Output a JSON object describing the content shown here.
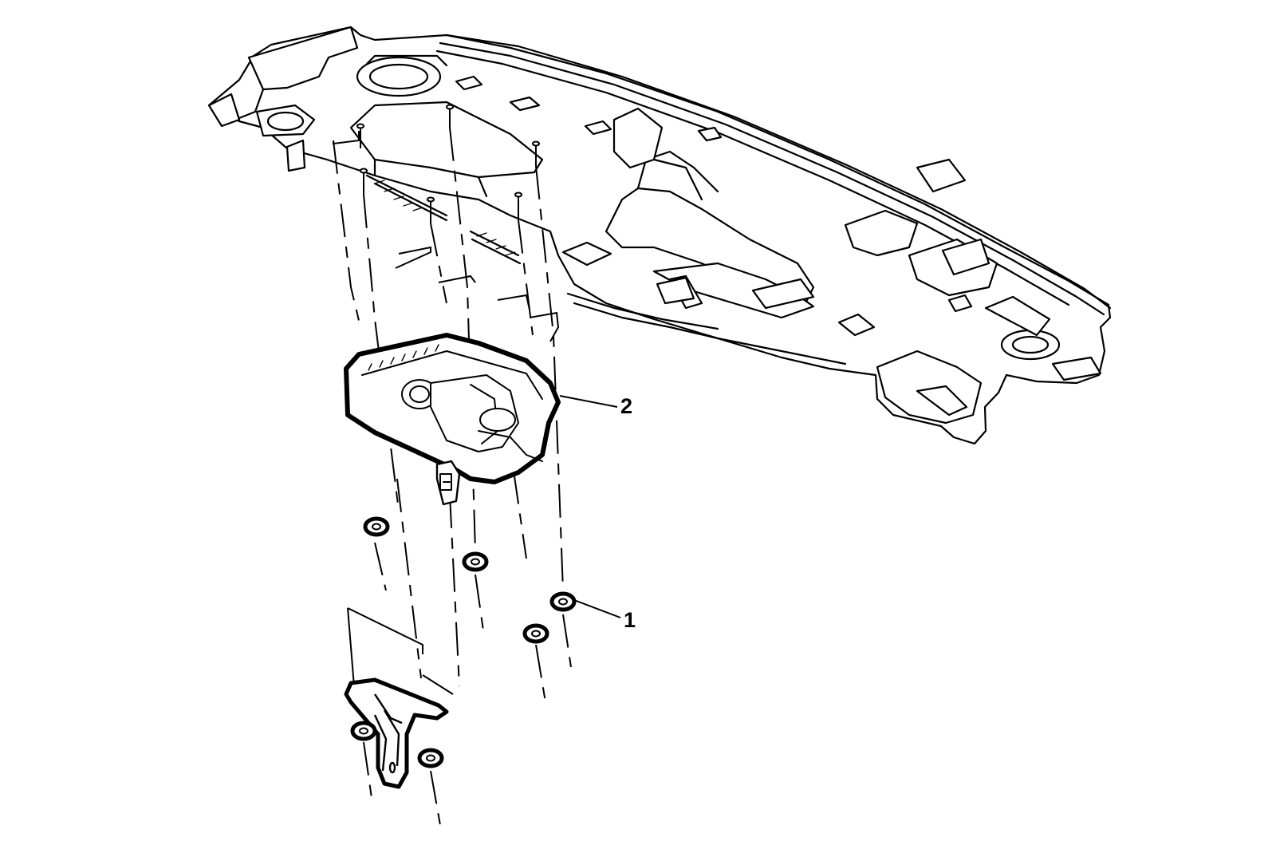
{
  "diagram": {
    "callouts": [
      {
        "id": "nut",
        "label": "1"
      },
      {
        "id": "module",
        "label": "2"
      }
    ]
  },
  "colors": {
    "line": "#000000",
    "background": "#ffffff",
    "fill": "#ffffff"
  }
}
